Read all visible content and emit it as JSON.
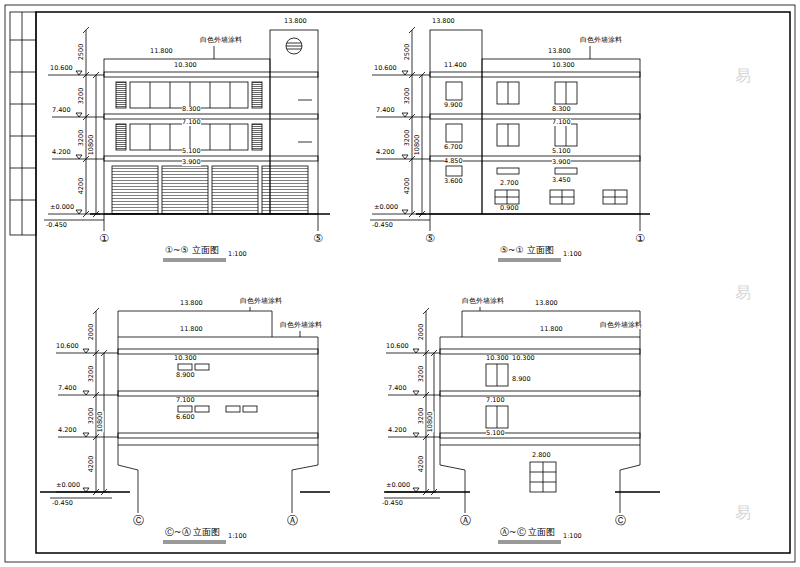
{
  "diagram": {
    "labels": [
      "13.800",
      "11.800",
      "10.300",
      "8.300",
      "7.100",
      "5.100",
      "3.900",
      "10.600",
      "7.400",
      "4.200",
      "±0.000",
      "-0.450",
      "2500",
      "3200",
      "3200",
      "10800",
      "4200",
      "①",
      "⑤",
      "①~⑤ 立面图",
      "1:100",
      "白色外墙涂料",
      "13.800",
      "13.800",
      "11.400",
      "10.300",
      "9.900",
      "8.300",
      "7.100",
      "6.700",
      "5.100",
      "4.850",
      "3.900",
      "3.600",
      "3.450",
      "2.700",
      "0.900",
      "10.600",
      "7.400",
      "4.200",
      "±0.000",
      "-0.450",
      "2500",
      "3200",
      "3200",
      "10800",
      "4200",
      "⑤",
      "①",
      "⑤~① 立面图",
      "1:100",
      "白色外墙涂料",
      "13.800",
      "白色外墙涂料",
      "11.800",
      "白色外墙涂料",
      "10.300",
      "8.900",
      "7.100",
      "6.600",
      "10.600",
      "7.400",
      "4.200",
      "±0.000",
      "-0.450",
      "2000",
      "3200",
      "3200",
      "10800",
      "4200",
      "Ⓒ",
      "Ⓐ",
      "Ⓒ~Ⓐ 立面图",
      "1:100",
      "13.800",
      "白色外墙涂料",
      "11.800",
      "白色外墙涂料",
      "10.300",
      "10.300",
      "8.900",
      "7.100",
      "5.100",
      "2.800",
      "10.600",
      "7.400",
      "4.200",
      "±0.000",
      "-0.450",
      "2000",
      "3200",
      "3200",
      "10800",
      "4200",
      "Ⓐ",
      "Ⓒ",
      "Ⓐ~Ⓒ 立面图",
      "1:100",
      "易",
      "易",
      "易"
    ]
  }
}
